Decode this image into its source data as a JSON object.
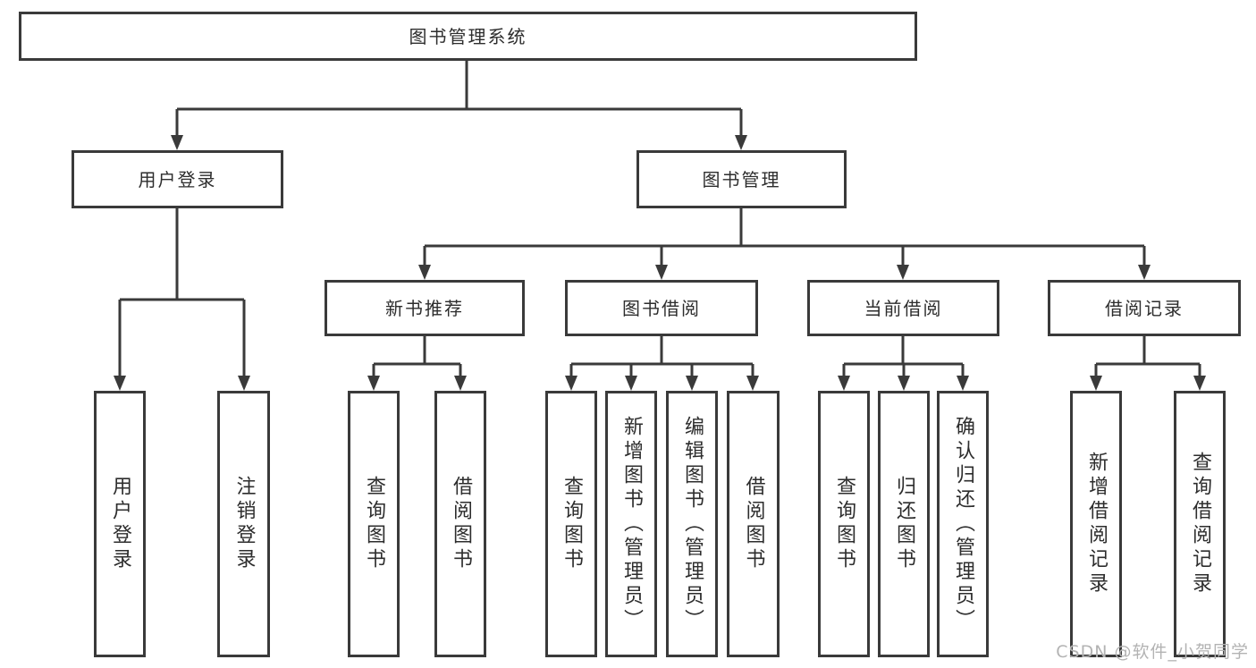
{
  "diagram": {
    "root": {
      "label": "图书管理系统"
    },
    "level2": [
      {
        "label": "用户登录"
      },
      {
        "label": "图书管理"
      }
    ],
    "level3": [
      {
        "label": "新书推荐"
      },
      {
        "label": "图书借阅"
      },
      {
        "label": "当前借阅"
      },
      {
        "label": "借阅记录"
      }
    ],
    "leaves": [
      {
        "label": "用户登录"
      },
      {
        "label": "注销登录"
      },
      {
        "label": "查询图书"
      },
      {
        "label": "借阅图书"
      },
      {
        "label": "查询图书"
      },
      {
        "label": "新增图书（管理员）"
      },
      {
        "label": "编辑图书（管理员）"
      },
      {
        "label": "借阅图书"
      },
      {
        "label": "查询图书"
      },
      {
        "label": "归还图书"
      },
      {
        "label": "确认归还（管理员）"
      },
      {
        "label": "新增借阅记录"
      },
      {
        "label": "查询借阅记录"
      }
    ],
    "watermark": "CSDN @软件_小贺同学",
    "colors": {
      "line": "#3a3a3a",
      "text": "#2d2d2d",
      "watermark": "#b3b3b3",
      "background": "#ffffff"
    }
  }
}
